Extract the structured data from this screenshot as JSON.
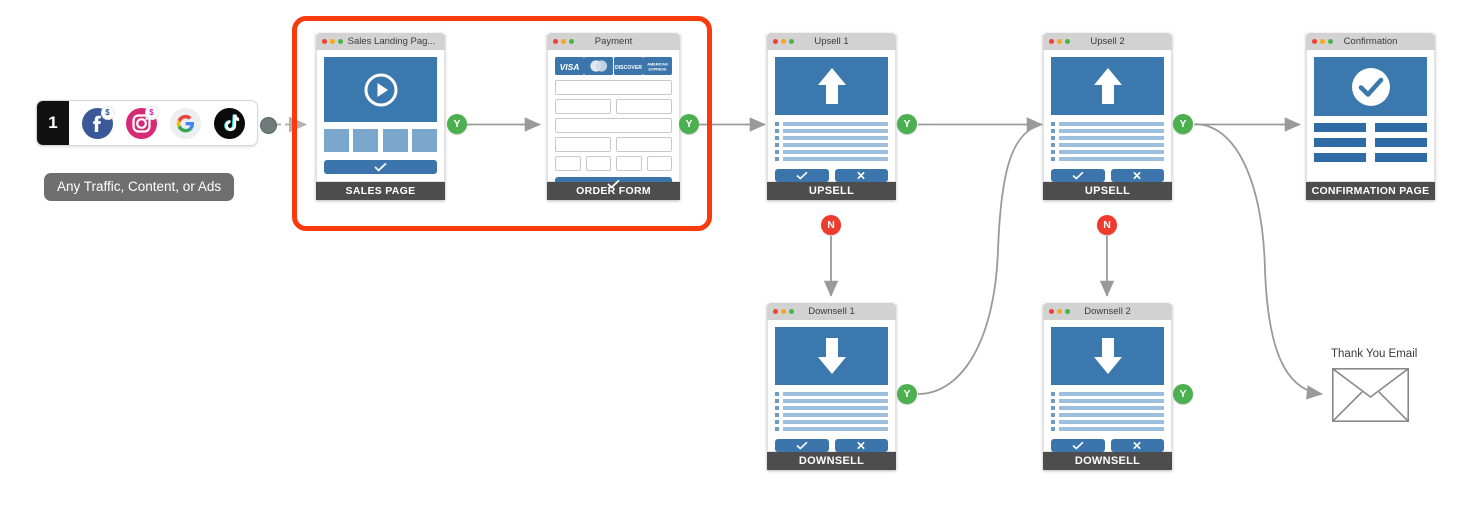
{
  "diagram": {
    "title": "Sales funnel flow",
    "highlight_color": "#f93a0d",
    "yes_color": "#4caf50",
    "no_color": "#ef3b2d"
  },
  "traffic_source": {
    "number": "1",
    "pill_label": "Any Traffic, Content, or Ads",
    "icons": [
      {
        "name": "facebook-icon",
        "label": "f",
        "badge": "$"
      },
      {
        "name": "instagram-icon",
        "label": "",
        "badge": "$"
      },
      {
        "name": "google-icon",
        "label": "G",
        "badge": ""
      },
      {
        "name": "tiktok-icon",
        "label": "",
        "badge": ""
      }
    ]
  },
  "steps": [
    {
      "id": "sales-page",
      "window_title": "Sales Landing Pag...",
      "footer": "SALES PAGE",
      "hero_icon": "play-icon",
      "button_icon": "check-icon"
    },
    {
      "id": "order-form",
      "window_title": "Payment",
      "footer": "ORDER FORM",
      "button_icon": "check-icon",
      "card_logos": [
        "VISA",
        "mastercard",
        "DISCOVER",
        "AMERICAN EXPRESS"
      ]
    },
    {
      "id": "upsell-1",
      "window_title": "Upsell 1",
      "footer": "UPSELL",
      "hero_icon": "arrow-up-icon",
      "accept_icon": "check-icon",
      "decline_icon": "x-icon"
    },
    {
      "id": "downsell-1",
      "window_title": "Downsell 1",
      "footer": "DOWNSELL",
      "hero_icon": "arrow-down-icon",
      "accept_icon": "check-icon",
      "decline_icon": "x-icon"
    },
    {
      "id": "upsell-2",
      "window_title": "Upsell 2",
      "footer": "UPSELL",
      "hero_icon": "arrow-up-icon",
      "accept_icon": "check-icon",
      "decline_icon": "x-icon"
    },
    {
      "id": "downsell-2",
      "window_title": "Downsell 2",
      "footer": "DOWNSELL",
      "hero_icon": "arrow-down-icon",
      "accept_icon": "check-icon",
      "decline_icon": "x-icon"
    },
    {
      "id": "confirmation",
      "window_title": "Confirmation",
      "footer": "CONFIRMATION PAGE",
      "hero_icon": "check-circle-icon"
    }
  ],
  "badges": [
    {
      "id": "y-sales",
      "label": "Y",
      "type": "yes"
    },
    {
      "id": "y-order",
      "label": "Y",
      "type": "yes"
    },
    {
      "id": "y-upsell-1",
      "label": "Y",
      "type": "yes"
    },
    {
      "id": "n-upsell-1",
      "label": "N",
      "type": "no"
    },
    {
      "id": "y-downsell-1",
      "label": "Y",
      "type": "yes"
    },
    {
      "id": "y-upsell-2",
      "label": "Y",
      "type": "yes"
    },
    {
      "id": "n-upsell-2",
      "label": "N",
      "type": "no"
    },
    {
      "id": "y-downsell-2",
      "label": "Y",
      "type": "yes"
    }
  ],
  "email": {
    "label": "Thank You Email",
    "icon": "envelope-icon"
  }
}
